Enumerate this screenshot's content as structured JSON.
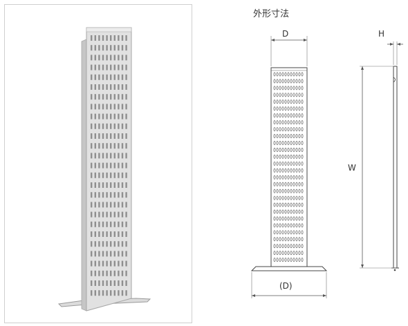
{
  "product_photo": {
    "icon": "perforated-panel-photo-icon"
  },
  "drawing": {
    "title": "外形寸法",
    "dimensions": {
      "depth": "D",
      "height": "H",
      "width": "W",
      "base_depth": "(D)"
    }
  },
  "colors": {
    "panel_face": "#dedede",
    "panel_face_light": "#ebebeb",
    "panel_side": "#c2c2c2",
    "slot": "#8e8e8e",
    "line": "#444444",
    "dim_line": "#555555"
  }
}
